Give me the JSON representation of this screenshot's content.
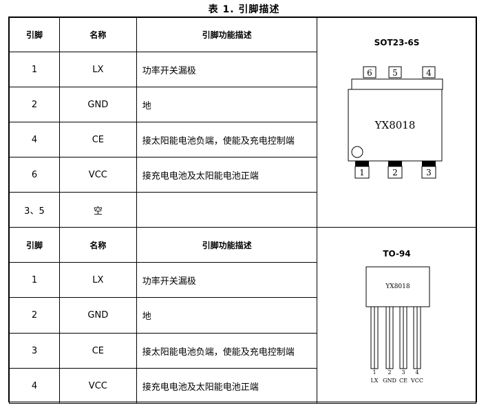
{
  "caption": "表 1. 引脚描述",
  "headers": {
    "pin": "引脚",
    "name": "名称",
    "desc": "引脚功能描述"
  },
  "sot": {
    "package": "SOT23-6S",
    "chip_label": "YX8018",
    "top_pins": [
      "6",
      "5",
      "4"
    ],
    "bottom_pins": [
      "1",
      "2",
      "3"
    ],
    "rows": [
      {
        "pin": "1",
        "name": "LX",
        "desc": "功率开关漏极"
      },
      {
        "pin": "2",
        "name": "GND",
        "desc": "地"
      },
      {
        "pin": "4",
        "name": "CE",
        "desc": "接太阳能电池负端，使能及充电控制端"
      },
      {
        "pin": "6",
        "name": "VCC",
        "desc": "接充电电池及太阳能电池正端"
      },
      {
        "pin": "3、5",
        "name": "空",
        "desc": ""
      }
    ]
  },
  "to": {
    "package": "TO-94",
    "chip_label": "YX8018",
    "pin_numbers": [
      "1",
      "2",
      "3",
      "4"
    ],
    "pin_names": [
      "LX",
      "GND",
      "CE",
      "VCC"
    ],
    "rows": [
      {
        "pin": "1",
        "name": "LX",
        "desc": "功率开关漏极"
      },
      {
        "pin": "2",
        "name": "GND",
        "desc": "地"
      },
      {
        "pin": "3",
        "name": "CE",
        "desc": "接太阳能电池负端，使能及充电控制端"
      },
      {
        "pin": "4",
        "name": "VCC",
        "desc": "接充电电池及太阳能电池正端"
      }
    ]
  }
}
